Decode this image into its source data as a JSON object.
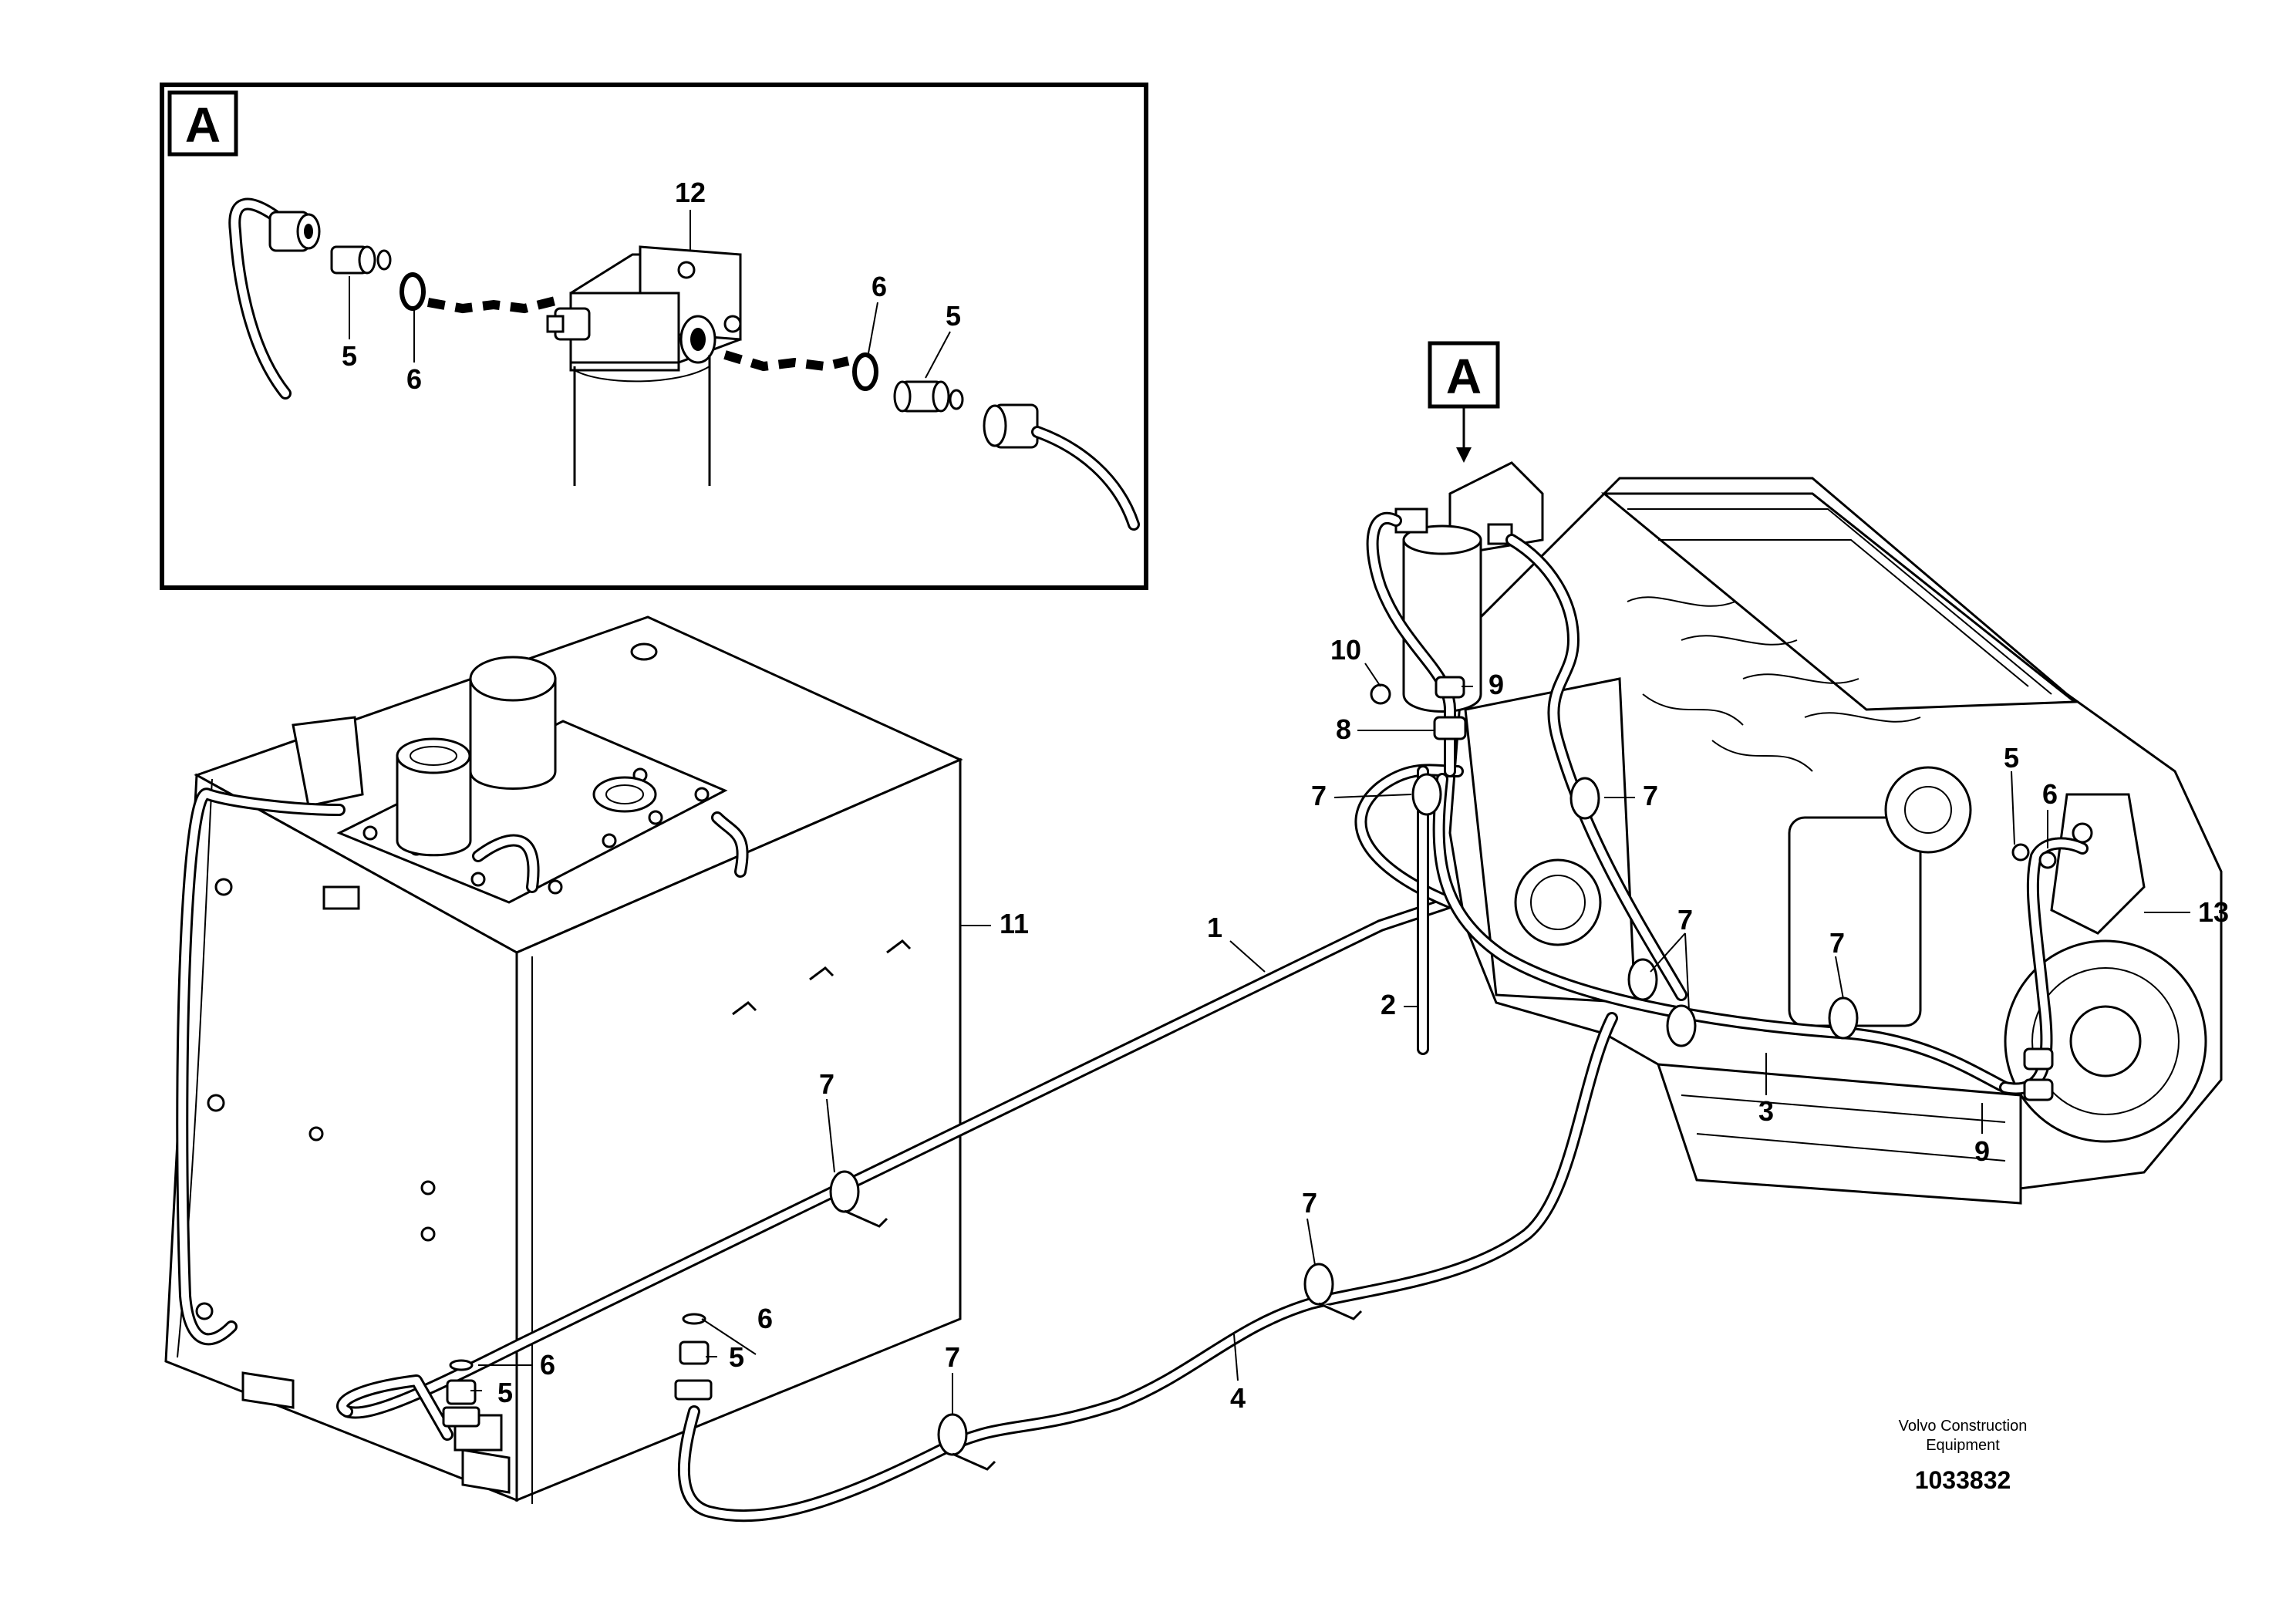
{
  "detail": {
    "label": "A",
    "callouts": [
      "12",
      "5",
      "6",
      "6",
      "5"
    ]
  },
  "main": {
    "view_marker": "A",
    "callouts": [
      "10",
      "9",
      "8",
      "7",
      "7",
      "7",
      "7",
      "2",
      "1",
      "11",
      "7",
      "3",
      "5",
      "6",
      "13",
      "9",
      "7",
      "6",
      "5",
      "6",
      "5",
      "7",
      "4"
    ]
  },
  "footer": {
    "brand_line1": "Volvo Construction",
    "brand_line2": "Equipment",
    "drawing_number": "1033832"
  }
}
